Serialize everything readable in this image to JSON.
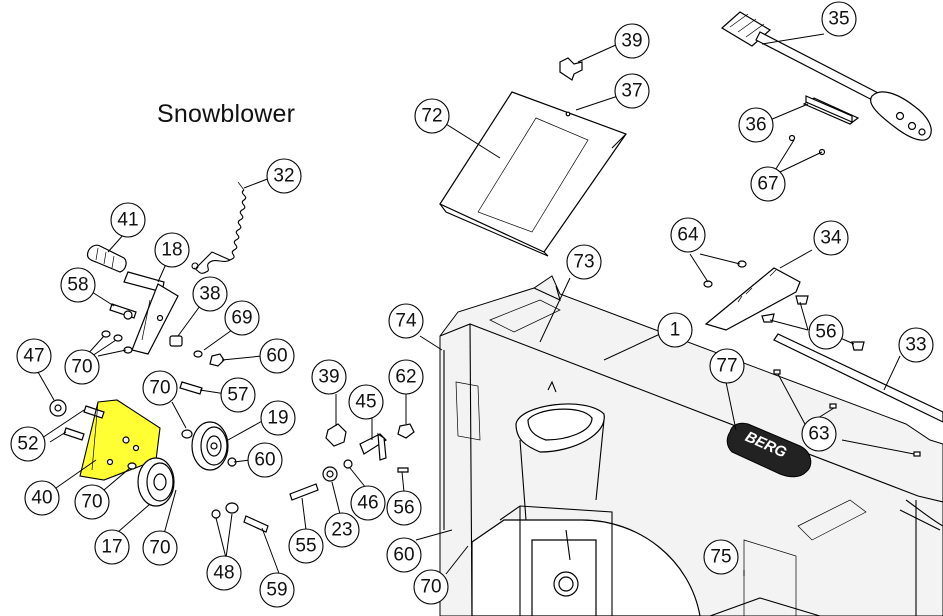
{
  "diagram": {
    "title": "Snowblower",
    "brand_logo_text": "BERG",
    "highlight_color": "#ffff33",
    "callouts": [
      {
        "id": "c-35",
        "label": "35"
      },
      {
        "id": "c-39a",
        "label": "39"
      },
      {
        "id": "c-37",
        "label": "37"
      },
      {
        "id": "c-72",
        "label": "72"
      },
      {
        "id": "c-36",
        "label": "36"
      },
      {
        "id": "c-67",
        "label": "67"
      },
      {
        "id": "c-32",
        "label": "32"
      },
      {
        "id": "c-41",
        "label": "41"
      },
      {
        "id": "c-18",
        "label": "18"
      },
      {
        "id": "c-58",
        "label": "58"
      },
      {
        "id": "c-38",
        "label": "38"
      },
      {
        "id": "c-69",
        "label": "69"
      },
      {
        "id": "c-70a",
        "label": "70"
      },
      {
        "id": "c-60a",
        "label": "60"
      },
      {
        "id": "c-47",
        "label": "47"
      },
      {
        "id": "c-70b",
        "label": "70"
      },
      {
        "id": "c-57",
        "label": "57"
      },
      {
        "id": "c-19",
        "label": "19"
      },
      {
        "id": "c-52",
        "label": "52"
      },
      {
        "id": "c-40",
        "label": "40"
      },
      {
        "id": "c-70c",
        "label": "70"
      },
      {
        "id": "c-60b",
        "label": "60"
      },
      {
        "id": "c-17",
        "label": "17"
      },
      {
        "id": "c-70d",
        "label": "70"
      },
      {
        "id": "c-48",
        "label": "48"
      },
      {
        "id": "c-59",
        "label": "59"
      },
      {
        "id": "c-39b",
        "label": "39"
      },
      {
        "id": "c-45",
        "label": "45"
      },
      {
        "id": "c-62",
        "label": "62"
      },
      {
        "id": "c-46",
        "label": "46"
      },
      {
        "id": "c-56a",
        "label": "56"
      },
      {
        "id": "c-55",
        "label": "55"
      },
      {
        "id": "c-23",
        "label": "23"
      },
      {
        "id": "c-60c",
        "label": "60"
      },
      {
        "id": "c-70e",
        "label": "70"
      },
      {
        "id": "c-73",
        "label": "73"
      },
      {
        "id": "c-74",
        "label": "74"
      },
      {
        "id": "c-1",
        "label": "1"
      },
      {
        "id": "c-64",
        "label": "64"
      },
      {
        "id": "c-34",
        "label": "34"
      },
      {
        "id": "c-56b",
        "label": "56"
      },
      {
        "id": "c-33",
        "label": "33"
      },
      {
        "id": "c-77",
        "label": "77"
      },
      {
        "id": "c-63",
        "label": "63"
      },
      {
        "id": "c-75",
        "label": "75"
      }
    ]
  }
}
